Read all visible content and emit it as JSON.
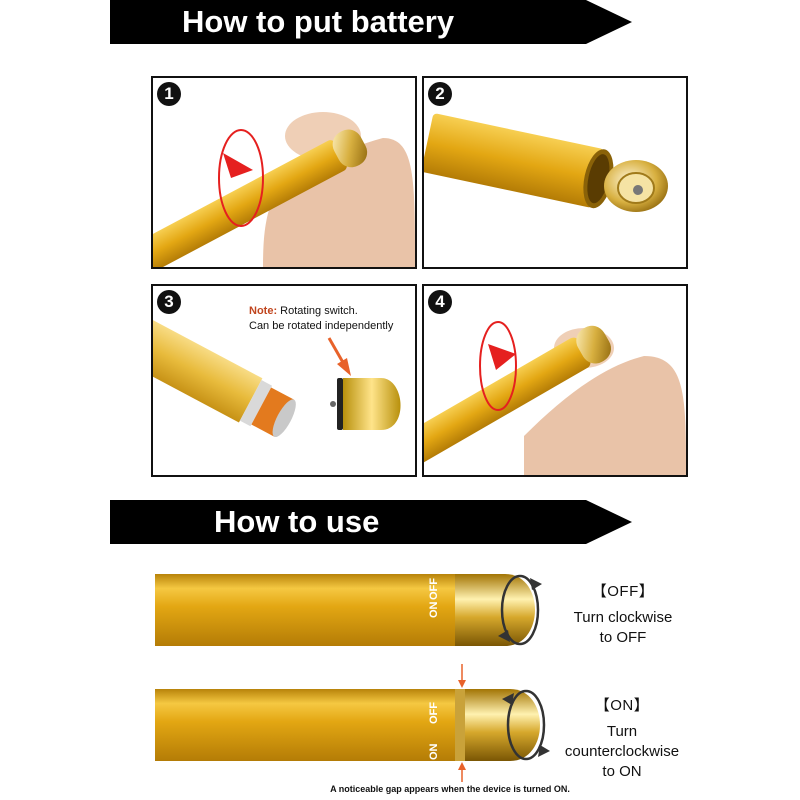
{
  "banner_battery": {
    "title": "How to put battery"
  },
  "banner_use": {
    "title": "How to use"
  },
  "steps": [
    {
      "number": "1"
    },
    {
      "number": "2"
    },
    {
      "number": "3"
    },
    {
      "number": "4"
    }
  ],
  "note": {
    "key": "Note:",
    "line1": "Rotating switch.",
    "line2": "Can be rotated independently"
  },
  "switch_labels": {
    "on": "ON",
    "off": "OFF"
  },
  "modes": [
    {
      "title": "【OFF】",
      "lines": [
        "Turn clockwise",
        "to OFF"
      ]
    },
    {
      "title": "【ON】",
      "lines": [
        "Turn",
        "counterclockwise",
        "to ON"
      ]
    }
  ],
  "footnote": "A noticeable gap appears when the device is turned ON.",
  "colors": {
    "gold": "#e3a713",
    "gold_light": "#f5c842",
    "gold_dark": "#b47c06",
    "cap": "#d8b040",
    "banner": "#000000",
    "arrow_red": "#e5201f",
    "arrow_orange": "#e8622a"
  }
}
